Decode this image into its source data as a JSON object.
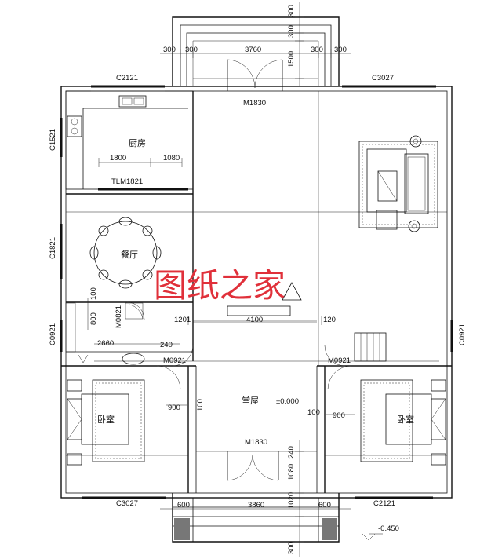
{
  "rooms": {
    "kitchen": "厨房",
    "dining": "餐厅",
    "hall": "堂屋",
    "bed_left": "卧室",
    "bed_right": "卧室"
  },
  "hall_level": "±0.000",
  "outside_level": "-0.450",
  "watermark": "图纸之家",
  "openings": {
    "c2121_top": "C2121",
    "c3027_top": "C3027",
    "m1830_top": "M1830",
    "c1521": "C1521",
    "c1821": "C1821",
    "c0921_left": "C0921",
    "c0921_right": "C0921",
    "tlm1821": "TLM1821",
    "m0821": "M0821",
    "m0921_left": "M0921",
    "m0921_right": "M0921",
    "m1830_bottom": "M1830",
    "c3027_bottom": "C3027",
    "c2121_bottom": "C2121"
  },
  "dims": {
    "top_300_left": "300",
    "top_300_left2": "300",
    "top_3760": "3760",
    "top_300_right": "300",
    "top_300_right2": "300",
    "v_300_a": "300",
    "v_300_b": "300",
    "v_1500": "1500",
    "k_1800": "1800",
    "k_1080": "1080",
    "d_100": "100",
    "d_800": "800",
    "d_1201": "1201",
    "d_4100": "4100",
    "d_120": "120",
    "d_2660": "2660",
    "d_240": "240",
    "bl_900": "900",
    "bl_100": "100",
    "br_100": "100",
    "br_900": "900",
    "v_240": "240",
    "v_1080": "1080",
    "v_1020": "1020",
    "v_300_bottom": "300",
    "b_600_left": "600",
    "b_3860": "3860",
    "b_600_right": "600"
  }
}
